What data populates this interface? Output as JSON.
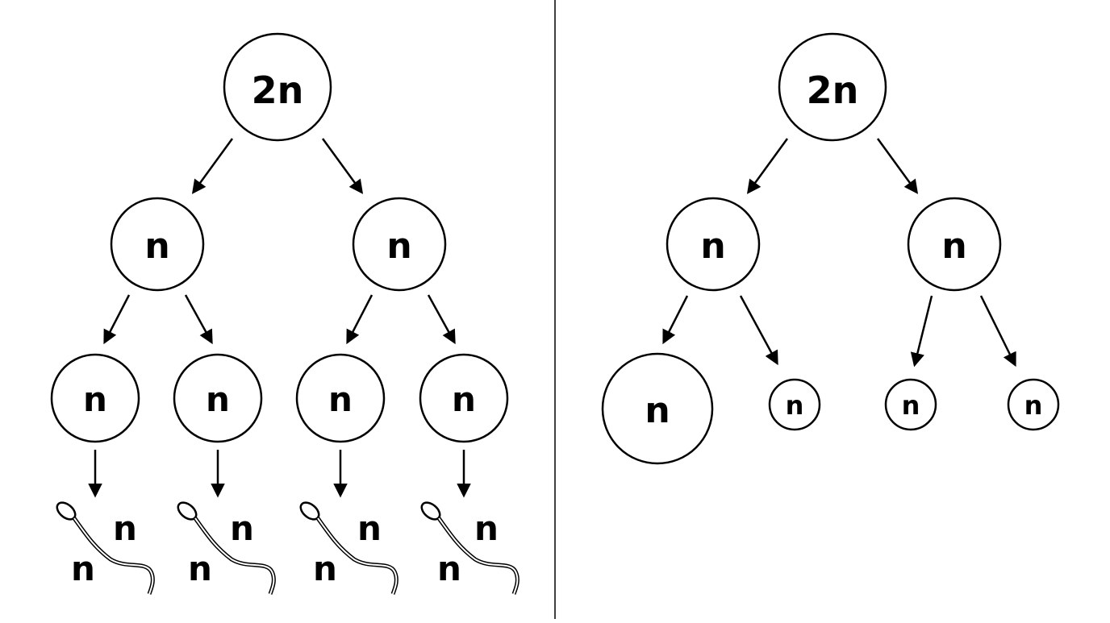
{
  "diagram": {
    "panels": [
      {
        "id": "spermatogenesis",
        "root_label": "2n",
        "level1_labels": [
          "n",
          "n"
        ],
        "level2_labels": [
          "n",
          "n",
          "n",
          "n"
        ],
        "sperm_labels": [
          [
            "n",
            "n"
          ],
          [
            "n",
            "n"
          ],
          [
            "n",
            "n"
          ],
          [
            "n",
            "n"
          ]
        ]
      },
      {
        "id": "oogenesis",
        "root_label": "2n",
        "level1_labels": [
          "n",
          "n"
        ],
        "level2_labels": [
          "n",
          "n",
          "n",
          "n"
        ]
      }
    ],
    "line_color": "#000000",
    "background": "#ffffff"
  }
}
